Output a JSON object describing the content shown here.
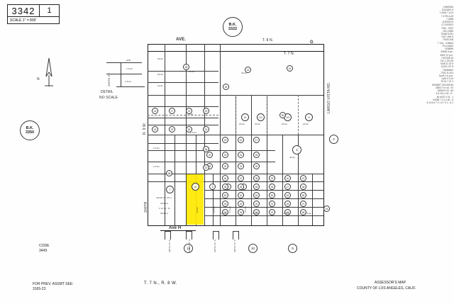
{
  "header": {
    "book_number": "3342",
    "page_number": "1",
    "scale_label": "SCALE 1\" = 800'"
  },
  "compass": {
    "label": "N",
    "icon": "north-arrow-icon"
  },
  "book_refs": [
    {
      "id": "bk-3322",
      "line1": "B.K.",
      "line2": "3322"
    },
    {
      "id": "bk-3350",
      "line1": "B.K.",
      "line2": "3350"
    }
  ],
  "detail_note": {
    "line1": "DETAIL",
    "line2": "NO SCALE"
  },
  "township_labels": {
    "north_of_line": "T. 8 N.",
    "south_of_line": "T. 7 N.",
    "range_west": "R. 9 W.",
    "footer": "T. 7 N., R. 8 W."
  },
  "roads": {
    "top_avenue": "AVE.",
    "top_avenue_letter": "G",
    "bottom_avenue": "Ave H",
    "east_road": "LARGO VISTA RD.",
    "west_street": "200TH",
    "detail_street": "200TH ST.",
    "bottom_streets": [
      "200TH ST. E.",
      "203RD ST. E.",
      "204TH ST. E.",
      "205TH ST. E."
    ]
  },
  "highlight": {
    "parcel_number": "6",
    "color": "#ffe800",
    "acreage": "10 Ac."
  },
  "codes": {
    "code_label": "CODE",
    "code_value": "3449",
    "prev_assmt_label": "FOR PREV. ASSMT SEE:",
    "prev_assmt_value": "3165-23"
  },
  "footer": {
    "title_line1": "ASSESSOR'S MAP",
    "title_line2": "COUNTY OF LOS ANGELES, CALIF."
  },
  "revision_refs": [
    "10962905",
    "11011821 5",
    "7-1644 7 p.04",
    "7-1793 p.05",
    "7-1668",
    "11/20020 5",
    "17-0102001",
    "7044 - 2037",
    "1101-0065",
    "7034671051",
    "7047-19m 5",
    "79105 208",
    "7.7m1 - 018644",
    "79 s-03a00",
    "7435899",
    "30060 5 pm.",
    "2604 72 p.m.",
    "7447328 15",
    "741-1 200 26",
    "7448 31 20 5",
    "11010 170 5",
    "7643660m",
    "7076 21-001",
    "7pm9-1 6 p.m.",
    "7p44 9 0 23",
    "79 40 7 22 1",
    "8000697 203-609-84",
    "28057 9 4 nd - 91",
    "26953 9 03 - 84",
    "8 4 191 4 02 - 8 -",
    "84 6470 0 01 - 1",
    "81055 7 2 0 4 60 - 5 ",
    "8 14 6 6 7 0 1 6 7 0 1 - 8 1",
    "180 912 9 03 001 - 81"
  ],
  "parcels_large": [
    {
      "num": "11",
      "acreage": "20 Ac."
    },
    {
      "num": "12",
      "acreage": "20 Ac."
    },
    {
      "num": "10",
      "acreage": "20 Ac."
    },
    {
      "num": "9",
      "acreage": "20 Ac."
    },
    {
      "num": "1",
      "acreage": "40 Ac."
    },
    {
      "num": "2",
      "acreage": ""
    },
    {
      "num": "7",
      "acreage": "40 Ac."
    },
    {
      "num": "13",
      "acreage": ""
    }
  ],
  "grid_parcels": {
    "row_a": [
      "15",
      "16",
      "17",
      "18",
      "19",
      "20",
      "21"
    ],
    "row_b": [
      "22",
      "23",
      "24",
      "25",
      "26",
      "27",
      "28"
    ],
    "row_c": [
      "29",
      "30",
      "31",
      "32",
      "33",
      "34",
      "35"
    ],
    "row_d": [
      "36",
      "37",
      "38",
      "39",
      "40",
      "41",
      "42"
    ],
    "row_e": [
      "43",
      "44",
      "45",
      "46",
      "47",
      "48",
      "49"
    ],
    "row_f": [
      "50",
      "51",
      "52",
      "53",
      "54",
      "55",
      "56"
    ],
    "acre_label": "2.5 Ac."
  },
  "strip_parcels": [
    "6",
    "5",
    "4",
    "3"
  ],
  "misc_acreage": [
    "10 Ac.",
    "20 Ac.",
    "40 Ac.",
    "5 Ac.",
    "2.5 Ac.",
    "(40.00 Ac. Pcl.)",
    "40.53 A.",
    "1.21 Ac. TL.",
    "39.89 A."
  ]
}
